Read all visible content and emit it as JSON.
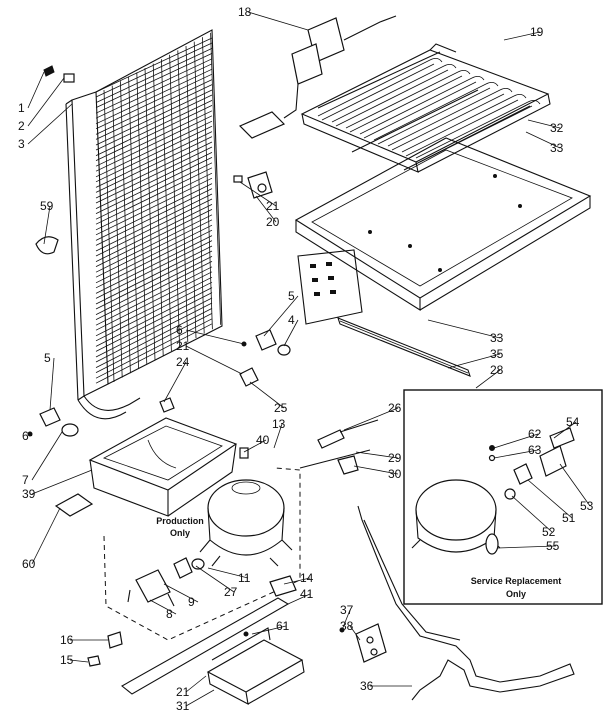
{
  "captions": {
    "production_line1": "Production",
    "production_line2": "Only",
    "service_line1": "Service Replacement",
    "service_line2": "Only"
  },
  "callouts": [
    "1",
    "2",
    "3",
    "5",
    "6",
    "7",
    "39",
    "59",
    "60",
    "5",
    "6",
    "21",
    "24",
    "4",
    "18",
    "19",
    "32",
    "33",
    "21",
    "20",
    "33",
    "35",
    "28",
    "25",
    "26",
    "29",
    "30",
    "13",
    "40",
    "62",
    "63",
    "54",
    "53",
    "51",
    "52",
    "55",
    "27",
    "11",
    "9",
    "8",
    "14",
    "41",
    "37",
    "38",
    "61",
    "16",
    "15",
    "21",
    "31",
    "36"
  ]
}
